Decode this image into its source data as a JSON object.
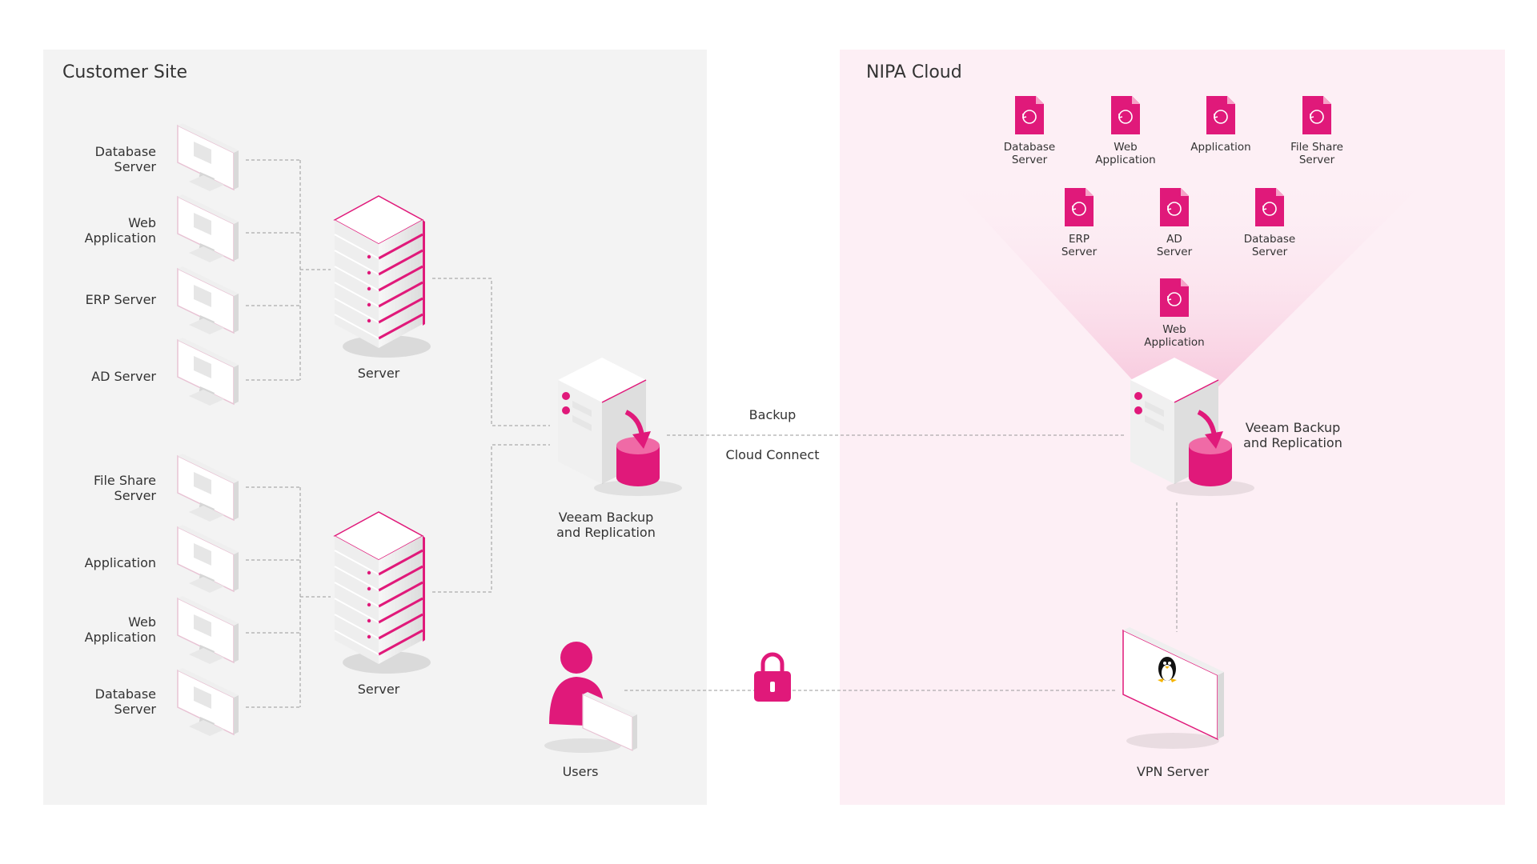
{
  "customer_site": {
    "title": "Customer Site",
    "group_top": {
      "clients": [
        "Database\nServer",
        "Web\nApplication",
        "ERP Server",
        "AD Server"
      ],
      "server_label": "Server"
    },
    "group_bottom": {
      "clients": [
        "File Share\nServer",
        "Application",
        "Web\nApplication",
        "Database\nServer"
      ],
      "server_label": "Server"
    },
    "veeam_label": "Veeam Backup\nand Replication",
    "users_label": "Users"
  },
  "links": {
    "backup_label": "Backup",
    "cloud_connect_label": "Cloud Connect"
  },
  "nipa_cloud": {
    "title": "NIPA Cloud",
    "vms": [
      "Database\nServer",
      "Web\nApplication",
      "Application",
      "File Share\nServer",
      "ERP\nServer",
      "AD\nServer",
      "Database\nServer",
      "Web\nApplication"
    ],
    "veeam_label": "Veeam Backup\nand Replication",
    "vpn_label": "VPN Server"
  },
  "colors": {
    "accent": "#e0197a",
    "customer_bg": "#f3f3f3",
    "cloud_bg": "#fdeff5",
    "line": "#9a9a9a"
  }
}
